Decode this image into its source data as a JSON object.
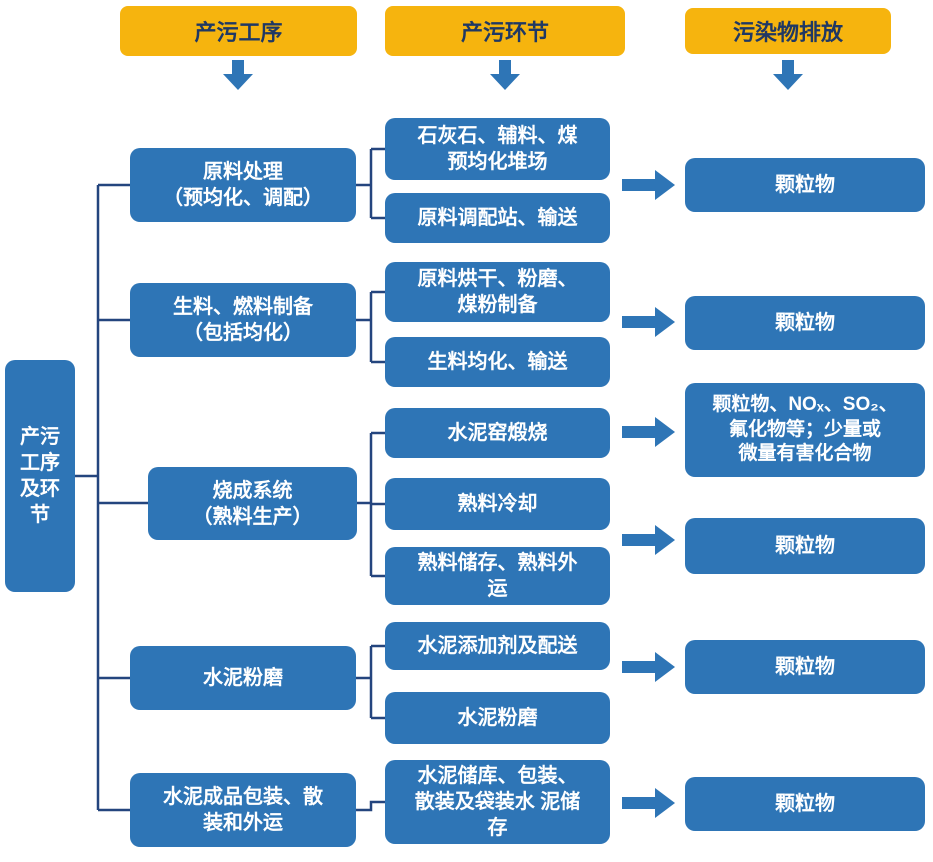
{
  "colors": {
    "header_bg": "#F6B40E",
    "header_text": "#1F3864",
    "box_bg": "#2E75B6",
    "box_text": "#FFFFFF",
    "arrow": "#2E75B6",
    "connector_line": "#24457E",
    "background": "#FFFFFF"
  },
  "headers": [
    {
      "label": "产污工序"
    },
    {
      "label": "产污环节"
    },
    {
      "label": "污染物排放"
    }
  ],
  "side_label": "产污\n工序\n及环\n节",
  "processes": [
    {
      "label": "原料处理\n（预均化、调配）"
    },
    {
      "label": "生料、燃料制备\n（包括均化）"
    },
    {
      "label": "烧成系统\n（熟料生产）"
    },
    {
      "label": "水泥粉磨"
    },
    {
      "label": "水泥成品包装、散\n装和外运"
    }
  ],
  "stages": [
    {
      "label": "石灰石、辅料、煤\n预均化堆场"
    },
    {
      "label": "原料调配站、输送"
    },
    {
      "label": "原料烘干、粉磨、\n煤粉制备"
    },
    {
      "label": "生料均化、输送"
    },
    {
      "label": "水泥窑煅烧"
    },
    {
      "label": "熟料冷却"
    },
    {
      "label": "熟料储存、熟料外\n运"
    },
    {
      "label": "水泥添加剂及配送"
    },
    {
      "label": "水泥粉磨"
    },
    {
      "label": "水泥储库、包装、\n散装及袋装水 泥储\n存"
    }
  ],
  "pollutants": [
    {
      "label": "颗粒物"
    },
    {
      "label": "颗粒物"
    },
    {
      "label": "颗粒物、NOₓ、SO₂、\n氟化物等；少量或\n微量有害化合物"
    },
    {
      "label": "颗粒物"
    },
    {
      "label": "颗粒物"
    },
    {
      "label": "颗粒物"
    }
  ]
}
